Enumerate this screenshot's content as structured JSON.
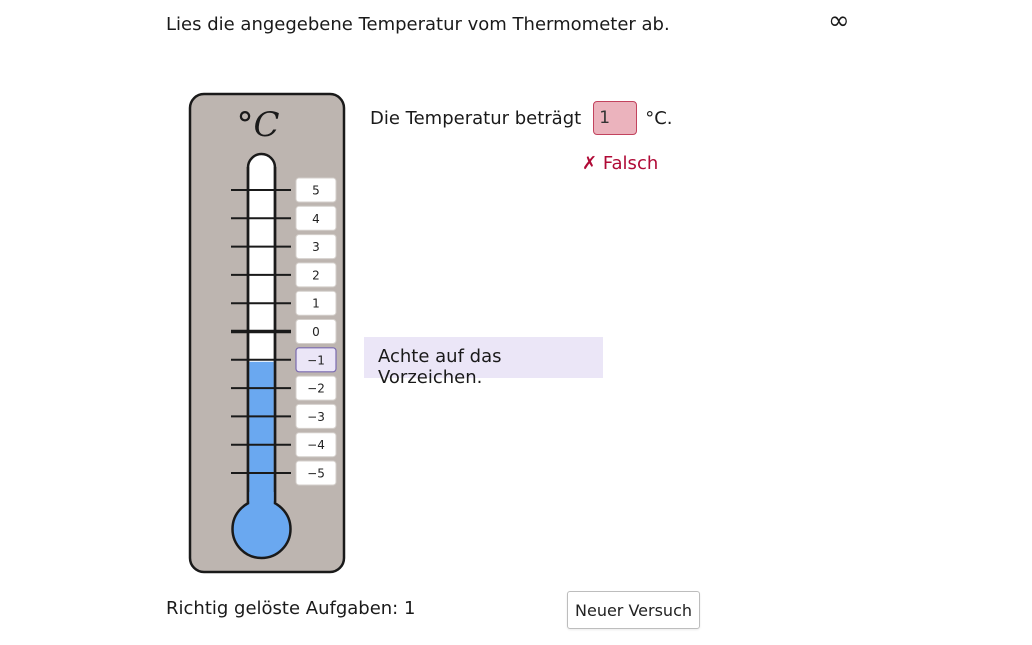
{
  "task": {
    "instruction": "Lies die angegebene Temperatur vom Thermometer ab.",
    "attempts_symbol": "∞"
  },
  "thermometer": {
    "unit_label": "°C",
    "scale": [
      "5",
      "4",
      "3",
      "2",
      "1",
      "0",
      "−1",
      "−2",
      "−3",
      "−4",
      "−5"
    ],
    "marked_label": "−1",
    "liquid_level": -1,
    "liquid_color": "#6aa8f0",
    "body_color": "#bdb5b0"
  },
  "answer": {
    "prefix": "Die Temperatur beträgt",
    "input_value": "1",
    "suffix": "°C."
  },
  "feedback": {
    "symbol": "✗",
    "text": "Falsch"
  },
  "hint": {
    "text": "Achte auf das Vorzeichen."
  },
  "footer": {
    "solved_label": "Richtig gelöste Aufgaben: 1",
    "retry_label": "Neuer Versuch"
  }
}
